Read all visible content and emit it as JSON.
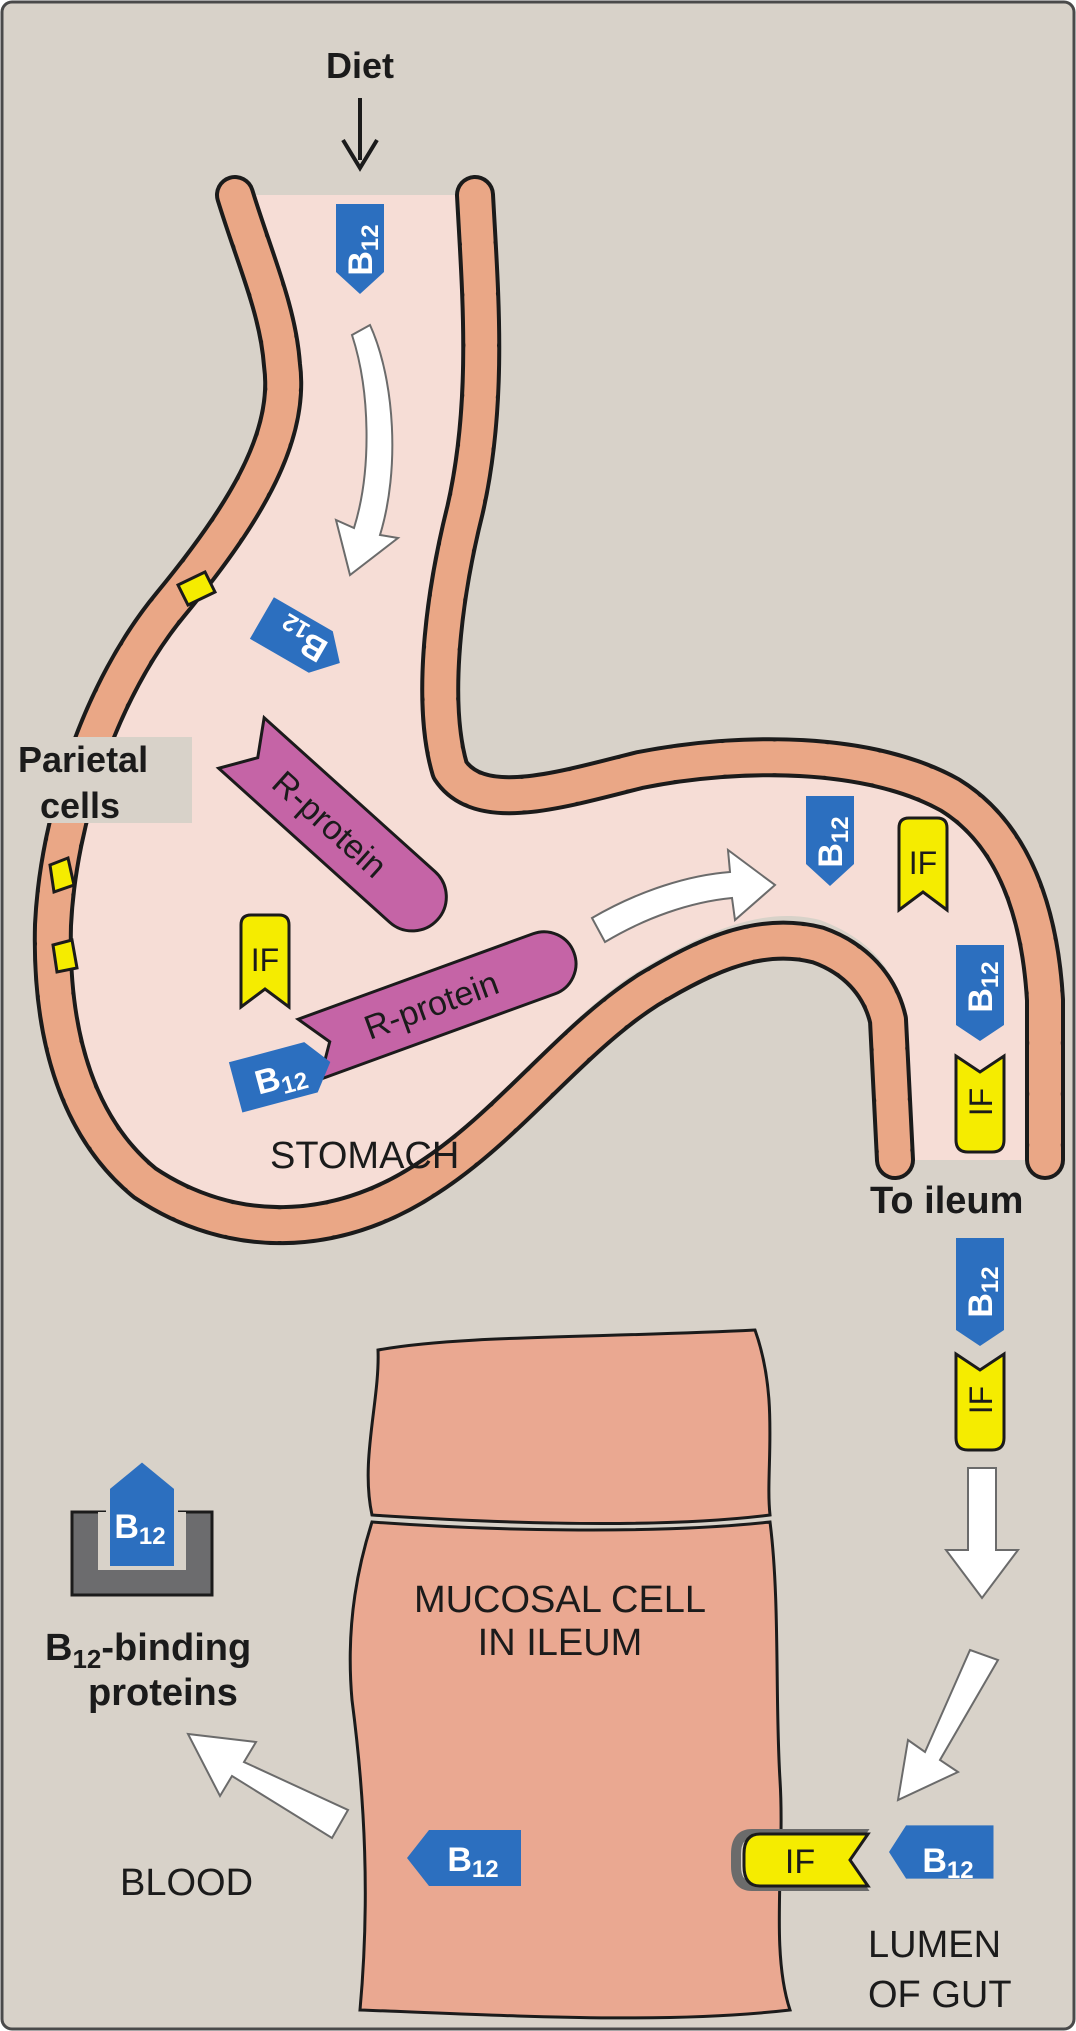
{
  "labels": {
    "diet": "Diet",
    "parietal_line1": "Parietal",
    "parietal_line2": "cells",
    "stomach": "STOMACH",
    "to_ileum": "To ileum",
    "mucosal_line1": "MUCOSAL CELL",
    "mucosal_line2": "IN ILEUM",
    "binding_line1_main": "B",
    "binding_line1_sub": "12",
    "binding_line1_rest": "-binding",
    "binding_line2": "proteins",
    "blood": "BLOOD",
    "lumen_line1": "LUMEN",
    "lumen_line2": "OF GUT"
  },
  "molecules": {
    "b12_main": "B",
    "b12_sub": "12",
    "r_protein": "R-protein",
    "intrinsic_factor": "IF"
  },
  "colors": {
    "background": "#d8d2c9",
    "lumen": "#f6ddd6",
    "wall_cell": "#eaa786",
    "mucosal_cell": "#eaa891",
    "b12_blue": "#2c6fbf",
    "r_protein_purple": "#c564a6",
    "if_yellow": "#f5ec00",
    "arrow_white": "#ffffff",
    "binding_gray": "#6c6c6e"
  }
}
